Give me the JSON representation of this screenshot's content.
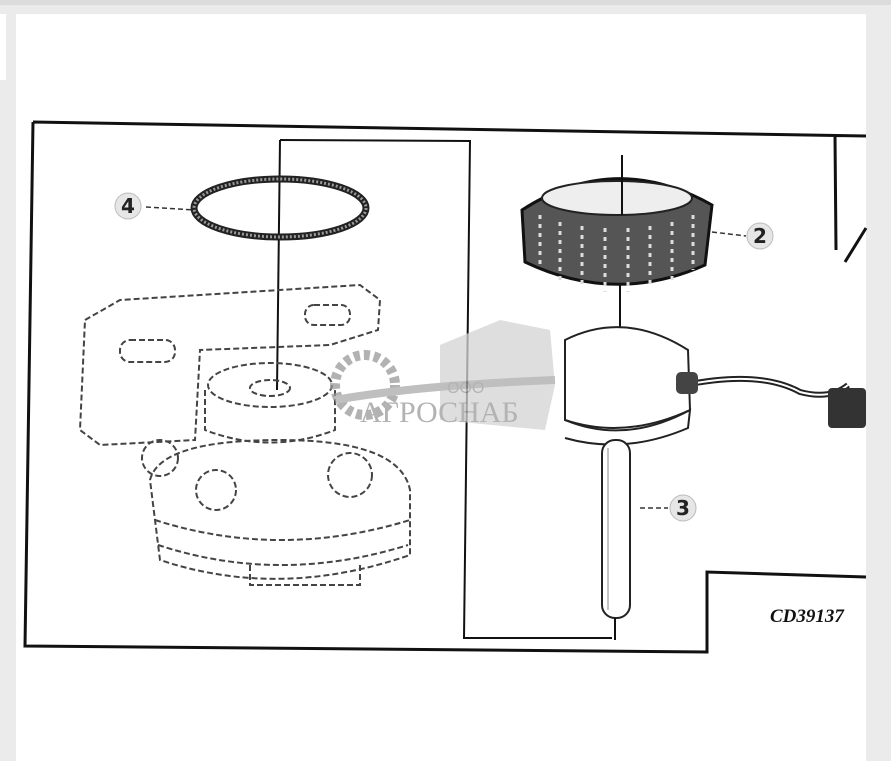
{
  "diagram": {
    "callouts": [
      {
        "label": "4",
        "part": "o-ring"
      },
      {
        "label": "2",
        "part": "knurled-nut"
      },
      {
        "label": "3",
        "part": "sensor-probe"
      }
    ],
    "figure_code": "CD39137"
  },
  "watermark": {
    "company_prefix": "ООО",
    "company_name": "АГРОСНАБ"
  }
}
